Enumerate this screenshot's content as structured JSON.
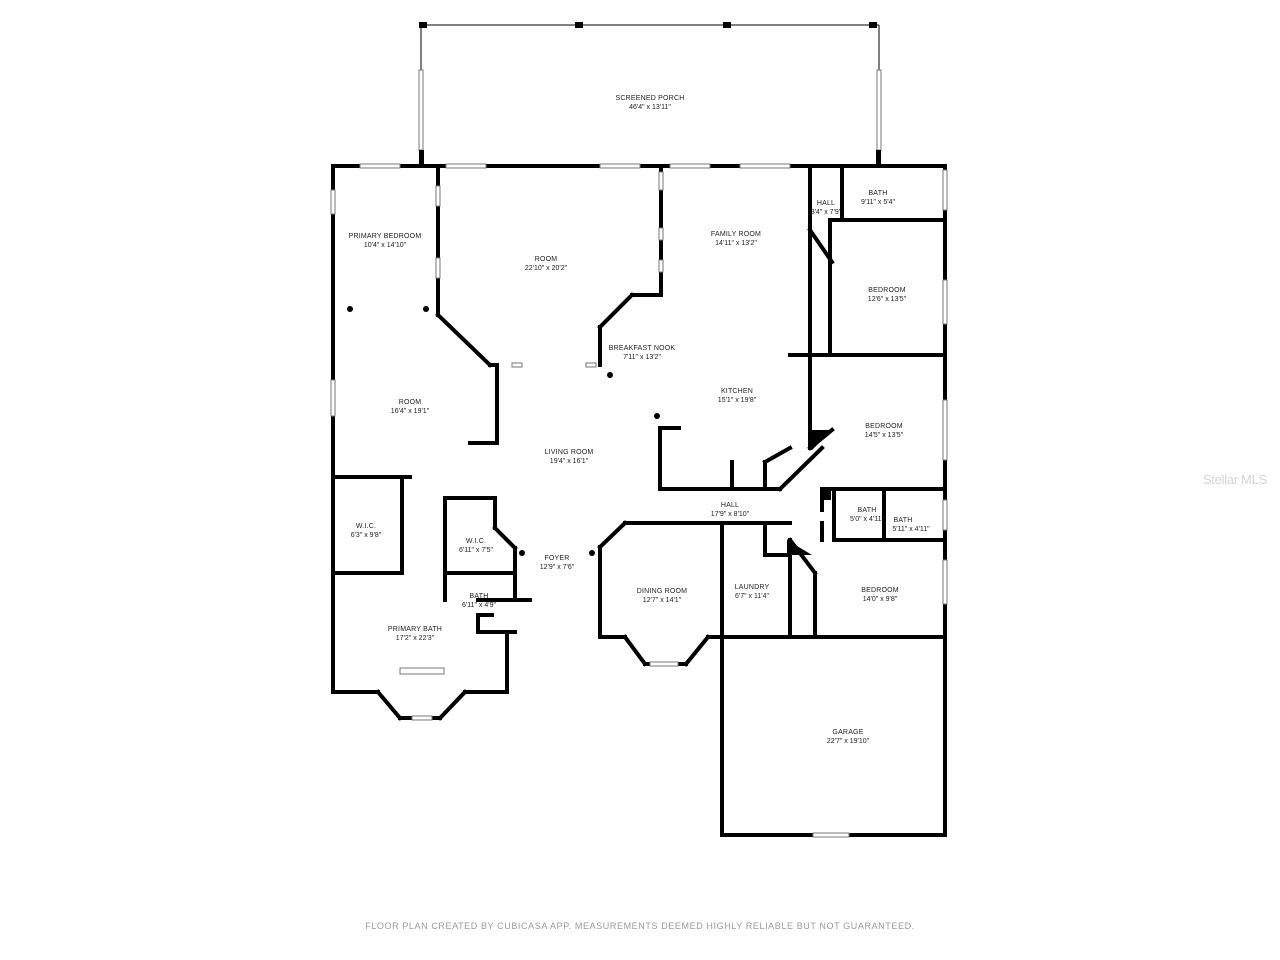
{
  "rooms": [
    {
      "name": "SCREENED PORCH",
      "dims": "46'4\" x 13'11\""
    },
    {
      "name": "PRIMARY BEDROOM",
      "dims": "10'4\" x 14'10\""
    },
    {
      "name": "ROOM",
      "dims": "22'10\" x 20'2\""
    },
    {
      "name": "FAMILY ROOM",
      "dims": "14'11\" x 13'2\""
    },
    {
      "name": "HALL",
      "dims": "3'4\" x 7'9\""
    },
    {
      "name": "BATH",
      "dims": "9'11\" x 5'4\""
    },
    {
      "name": "BEDROOM",
      "dims": "12'6\" x 13'5\""
    },
    {
      "name": "BREAKFAST NOOK",
      "dims": "7'11\" x 13'2\""
    },
    {
      "name": "ROOM",
      "dims": "16'4\" x 19'1\""
    },
    {
      "name": "KITCHEN",
      "dims": "15'1\" x 19'8\""
    },
    {
      "name": "BEDROOM",
      "dims": "14'5\" x 13'5\""
    },
    {
      "name": "LIVING ROOM",
      "dims": "19'4\" x 16'1\""
    },
    {
      "name": "HALL",
      "dims": "17'9\" x 8'10\""
    },
    {
      "name": "BATH",
      "dims": "5'0\" x 4'11\""
    },
    {
      "name": "BATH",
      "dims": "5'11\" x 4'11\""
    },
    {
      "name": "W.I.C.",
      "dims": "6'3\" x 9'8\""
    },
    {
      "name": "W.I.C.",
      "dims": "6'11\" x 7'5\""
    },
    {
      "name": "FOYER",
      "dims": "12'9\" x 7'6\""
    },
    {
      "name": "DINING ROOM",
      "dims": "12'7\" x 14'1\""
    },
    {
      "name": "LAUNDRY",
      "dims": "6'7\" x 11'4\""
    },
    {
      "name": "BEDROOM",
      "dims": "14'0\" x 9'8\""
    },
    {
      "name": "BATH",
      "dims": "6'11\" x 4'9\""
    },
    {
      "name": "PRIMARY BATH",
      "dims": "17'2\" x 22'3\""
    },
    {
      "name": "GARAGE",
      "dims": "22'7\" x 19'10\""
    }
  ],
  "footer": "FLOOR PLAN CREATED BY CUBICASA APP. MEASUREMENTS DEEMED HIGHLY RELIABLE BUT NOT GUARANTEED.",
  "watermark": "Stellar MLS",
  "colors": {
    "wall": "#000000",
    "background": "#ffffff",
    "footer_text": "#9a9a9a"
  }
}
